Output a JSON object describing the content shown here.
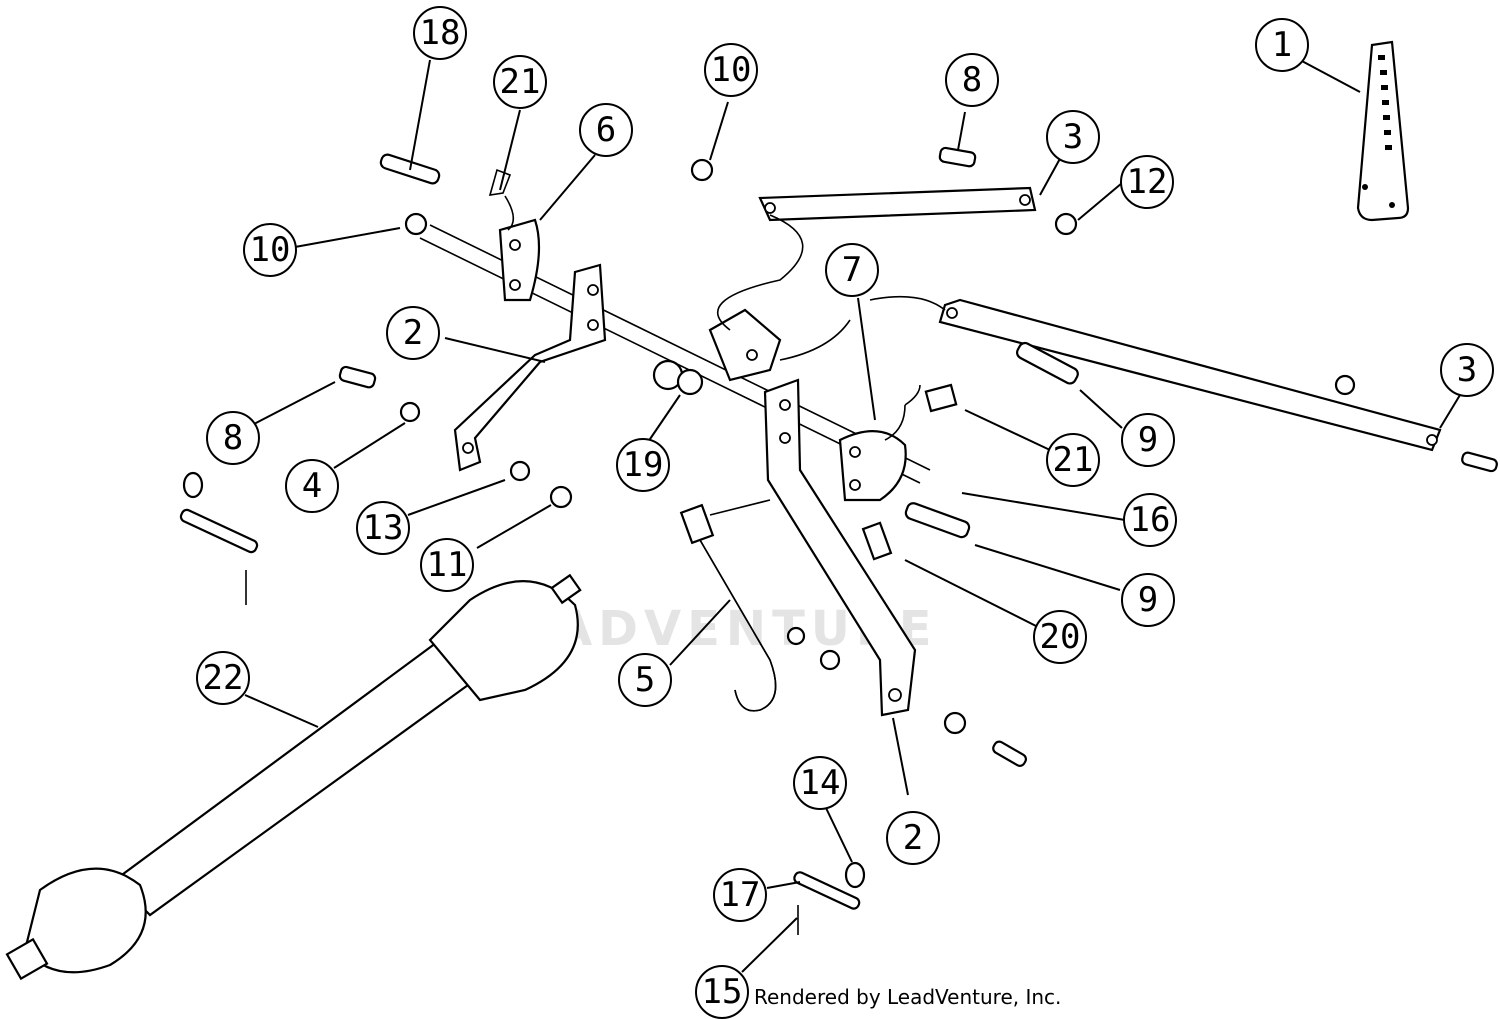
{
  "callouts": [
    {
      "id": "c1",
      "label": "1"
    },
    {
      "id": "c2a",
      "label": "2"
    },
    {
      "id": "c2b",
      "label": "2"
    },
    {
      "id": "c3a",
      "label": "3"
    },
    {
      "id": "c3b",
      "label": "3"
    },
    {
      "id": "c4",
      "label": "4"
    },
    {
      "id": "c5",
      "label": "5"
    },
    {
      "id": "c6",
      "label": "6"
    },
    {
      "id": "c7",
      "label": "7"
    },
    {
      "id": "c8a",
      "label": "8"
    },
    {
      "id": "c8b",
      "label": "8"
    },
    {
      "id": "c9a",
      "label": "9"
    },
    {
      "id": "c9b",
      "label": "9"
    },
    {
      "id": "c10a",
      "label": "10"
    },
    {
      "id": "c10b",
      "label": "10"
    },
    {
      "id": "c11",
      "label": "11"
    },
    {
      "id": "c12",
      "label": "12"
    },
    {
      "id": "c13",
      "label": "13"
    },
    {
      "id": "c14",
      "label": "14"
    },
    {
      "id": "c15",
      "label": "15"
    },
    {
      "id": "c16",
      "label": "16"
    },
    {
      "id": "c17",
      "label": "17"
    },
    {
      "id": "c18",
      "label": "18"
    },
    {
      "id": "c19",
      "label": "19"
    },
    {
      "id": "c20",
      "label": "20"
    },
    {
      "id": "c21a",
      "label": "21"
    },
    {
      "id": "c21b",
      "label": "21"
    },
    {
      "id": "c22",
      "label": "22"
    }
  ],
  "watermark": "ADVENTURE",
  "credit": "Rendered by LeadVenture, Inc."
}
